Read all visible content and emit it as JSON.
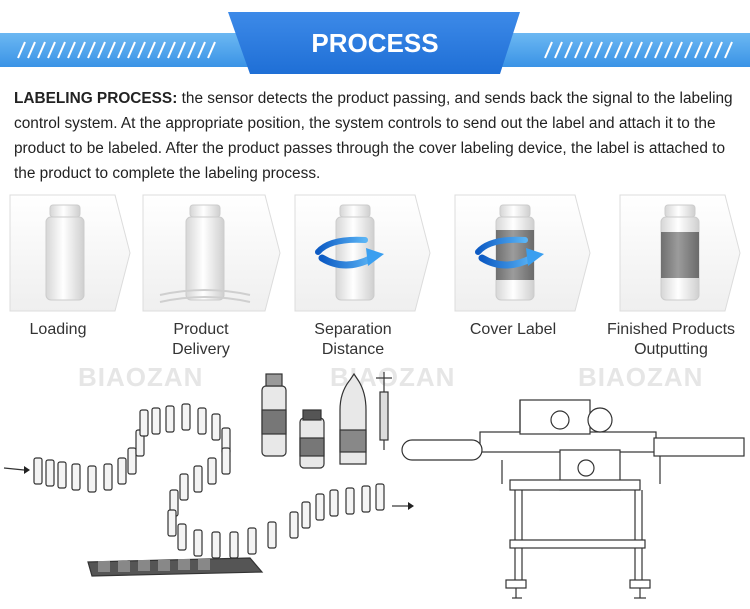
{
  "header": {
    "title": "PROCESS"
  },
  "description": {
    "lead": "LABELING PROCESS:",
    "body": " the sensor detects the product passing, and sends back the signal to the labeling control system. At the appropriate position, the system controls to send out the label and attach it to the product to be labeled. After the product passes through the cover labeling device, the label is attached to the product to complete the labeling process."
  },
  "steps": [
    {
      "line1": "Loading",
      "line2": ""
    },
    {
      "line1": "Product",
      "line2": "Delivery"
    },
    {
      "line1": "Separation",
      "line2": "Distance"
    },
    {
      "line1": "Cover Label",
      "line2": ""
    },
    {
      "line1": "Finished Products",
      "line2": "Outputting"
    }
  ],
  "watermark": "BIAOZAN",
  "colors": {
    "banner_blue": "#2f7fe0",
    "banner_light": "#4ea6ee",
    "arrow_blue": "#1e88e5",
    "label_gray": "#8a8a8a"
  }
}
